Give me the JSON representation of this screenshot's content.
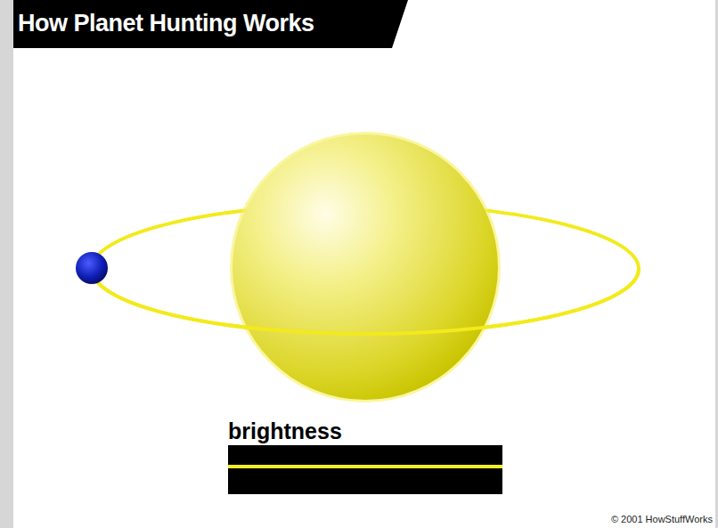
{
  "diagram": {
    "title": "How Planet Hunting Works",
    "nodes": [
      {
        "text": [
          "brightness"
        ]
      }
    ],
    "labels": [
      "© 2001 HowStuffWorks"
    ]
  }
}
